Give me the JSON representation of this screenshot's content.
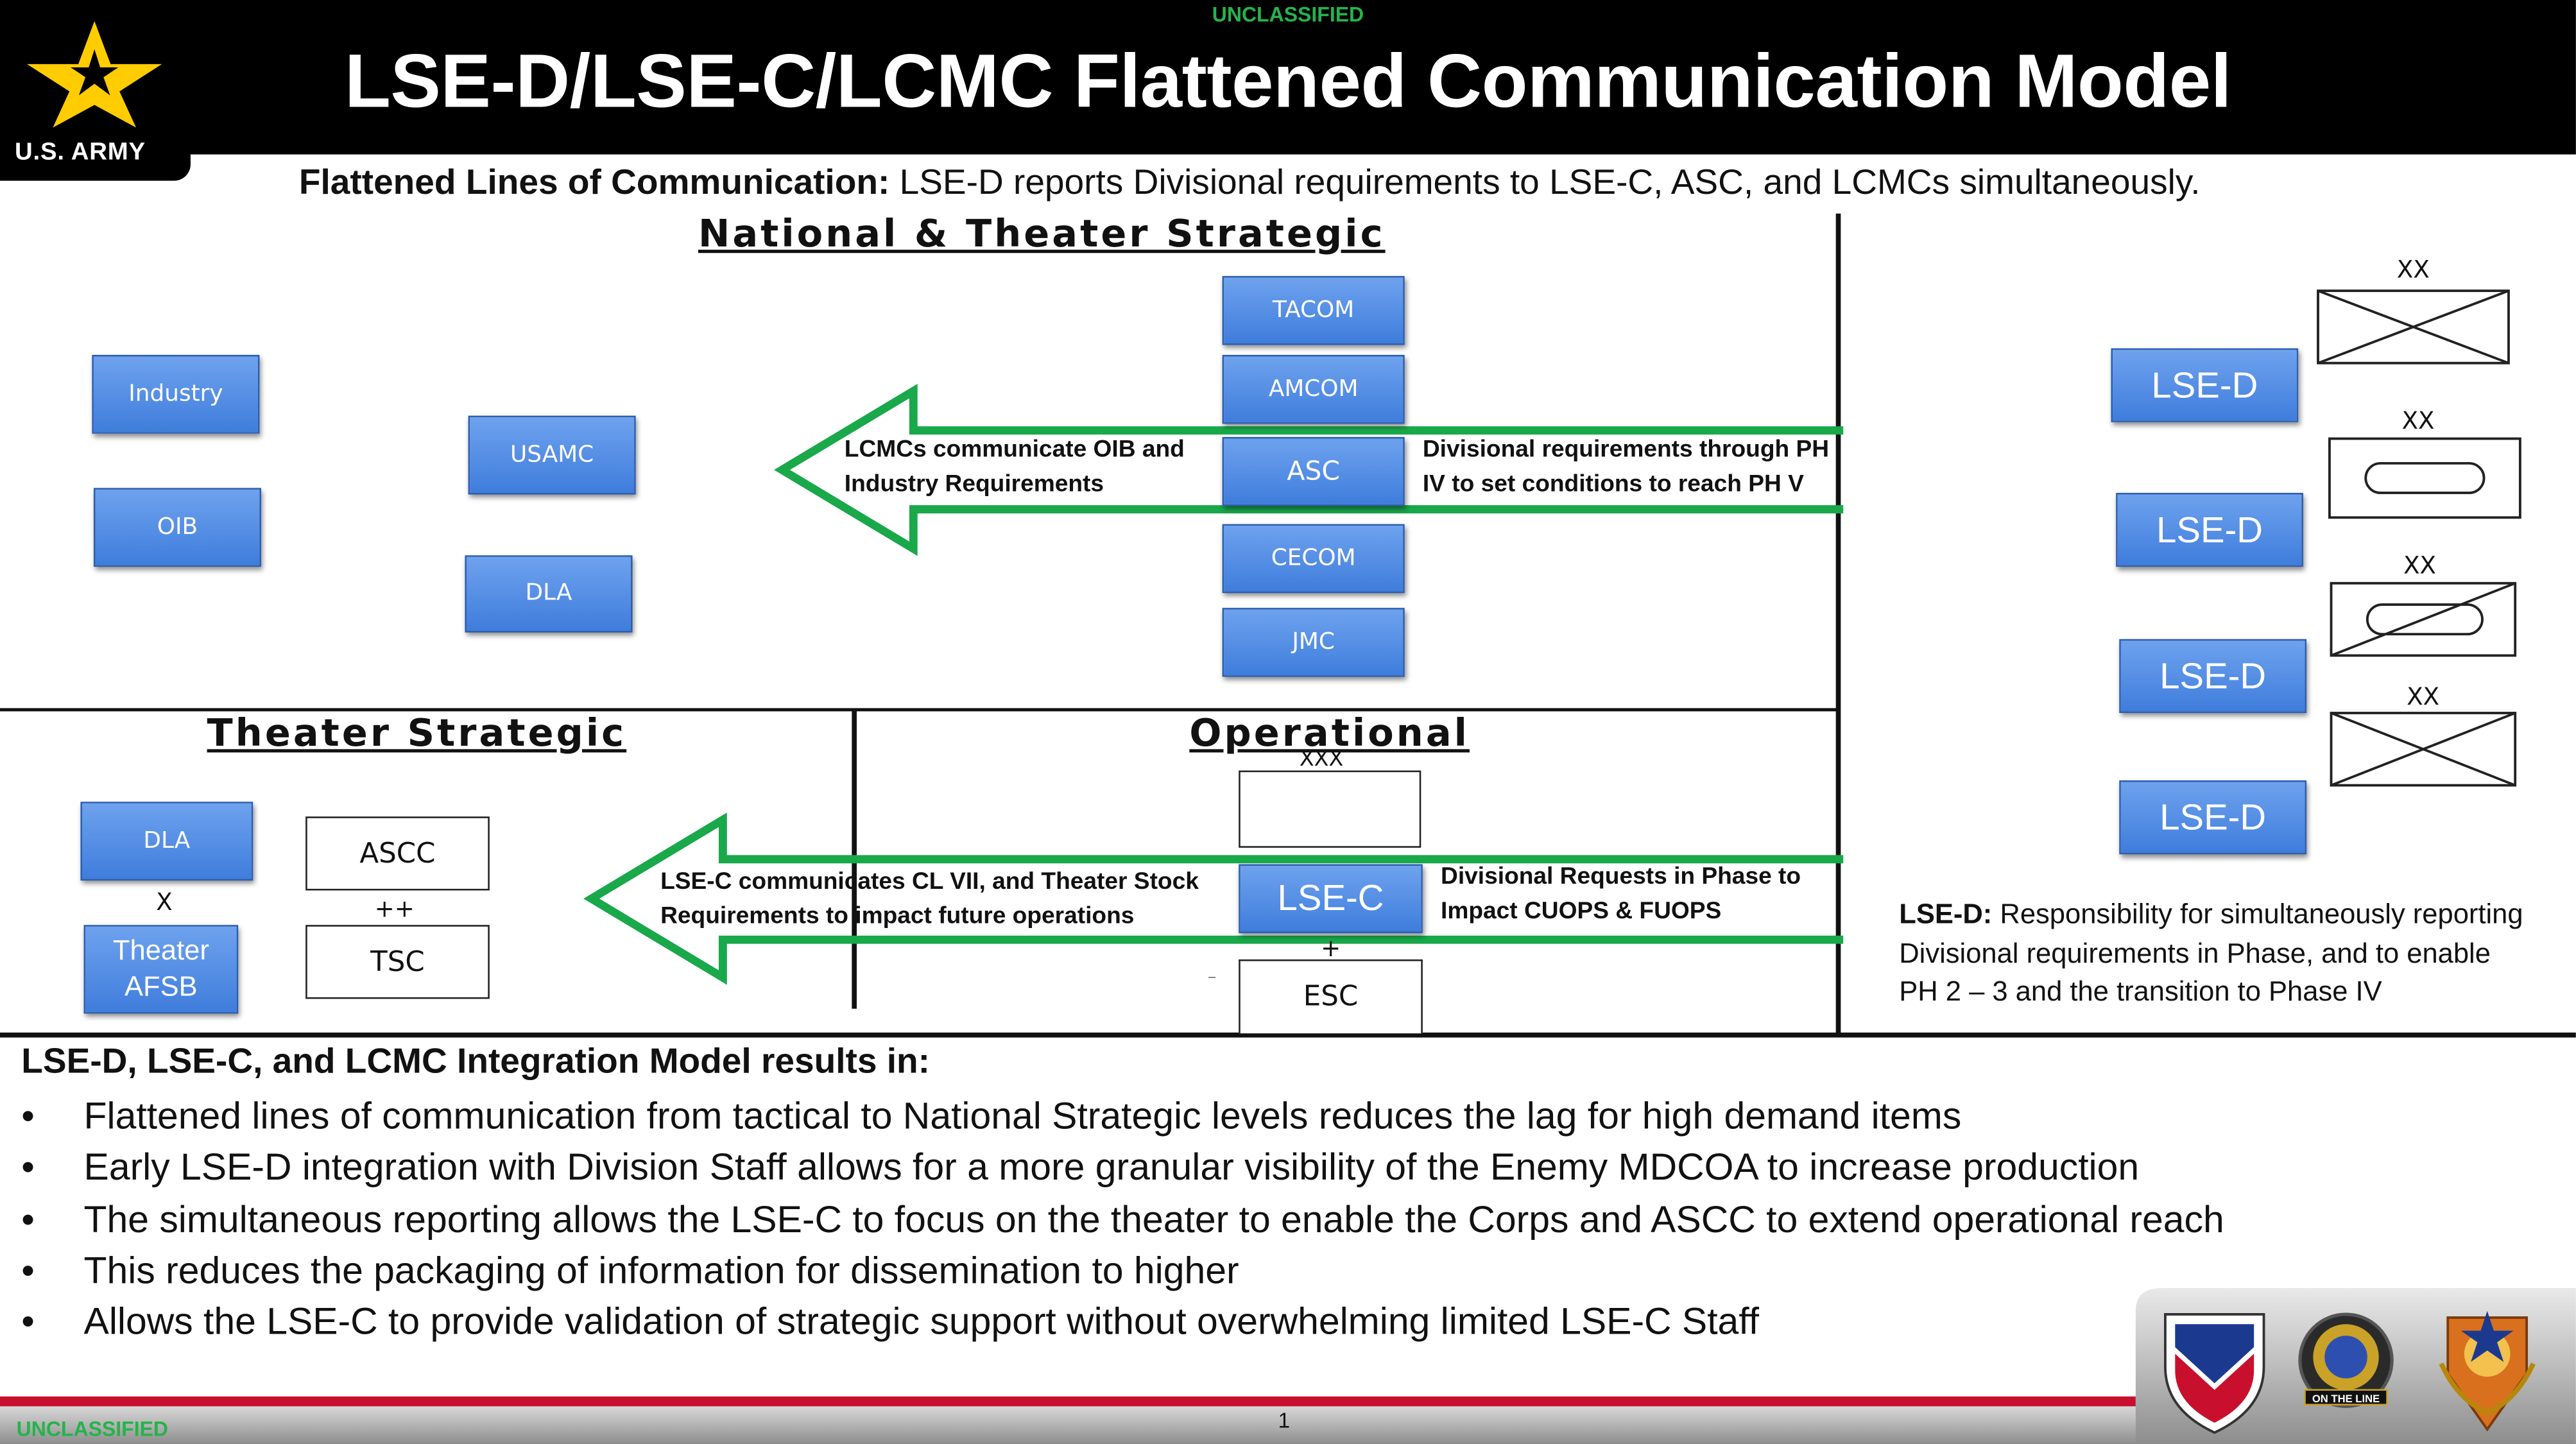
{
  "classification_top": "UNCLASSIFIED",
  "classification_bottom": "UNCLASSIFIED",
  "logo_text": "U.S. ARMY",
  "title": "LSE-D/LSE-C/LCMC Flattened Communication Model",
  "subtitle": {
    "bold": "Flattened Lines of Communication:",
    "text": " LSE-D reports Divisional requirements to LSE-C, ASC, and LCMCs simultaneously."
  },
  "sections": {
    "national": "National & Theater Strategic",
    "theater": "Theater Strategic",
    "operational": "Operational"
  },
  "national_boxes": {
    "industry": "Industry",
    "oib": "OIB",
    "usamc": "USAMC",
    "dla": "DLA",
    "tacom": "TACOM",
    "amcom": "AMCOM",
    "asc": "ASC",
    "cecom": "CECOM",
    "jmc": "JMC"
  },
  "upper_arrow": {
    "left_text": [
      "LCMCs communicate OIB and",
      "Industry Requirements"
    ],
    "right_text": [
      "Divisional requirements through PH",
      "IV to set conditions to reach PH V"
    ]
  },
  "theater_boxes": {
    "dla": "DLA",
    "x_mark": "X",
    "theater_afsb": [
      "Theater",
      "AFSB"
    ],
    "ascc": "ASCC",
    "plusplus": "++",
    "tsc": "TSC"
  },
  "operational": {
    "xxx": "XXX",
    "lse_c": "LSE-C",
    "plus": "+",
    "dash": "–",
    "esc": "ESC"
  },
  "lower_arrow": {
    "left_text": [
      "LSE-C communicates CL VII, and Theater Stock",
      "Requirements to impact future operations"
    ],
    "right_text": [
      "Divisional Requests in Phase to",
      "Impact CUOPS & FUOPS"
    ]
  },
  "lse_d_units": [
    {
      "label": "LSE-D",
      "echelon": "XX",
      "symbol": "infantry"
    },
    {
      "label": "LSE-D",
      "echelon": "XX",
      "symbol": "armor"
    },
    {
      "label": "LSE-D",
      "echelon": "XX",
      "symbol": "cavalry"
    },
    {
      "label": "LSE-D",
      "echelon": "XX",
      "symbol": "infantry"
    }
  ],
  "lse_d_note": {
    "bold": "LSE-D:",
    "lines": [
      " Responsibility for simultaneously reporting",
      "Divisional requirements in Phase, and to enable",
      "PH 2 – 3 and the transition to Phase IV"
    ]
  },
  "results": {
    "title": "LSE-D, LSE-C, and LCMC Integration Model results in:",
    "bullets": [
      "Flattened lines of communication from tactical to National Strategic levels reduces the lag for high demand items",
      "Early LSE-D integration with Division Staff allows for a more granular visibility of the Enemy MDCOA to increase production",
      "The simultaneous reporting allows the LSE-C to focus on the theater to enable the Corps and ASCC to extend operational reach",
      "This reduces the packaging of information for dissemination to higher",
      "Allows the LSE-C to provide validation of strategic support without overwhelming limited LSE-C Staff"
    ]
  },
  "emblem_text": "ON THE LINE",
  "page_number": "1",
  "colors": {
    "box_blue": "#4a86e0",
    "arrow_green": "#19a84a",
    "classification_green": "#25b34b",
    "star_gold": "#ffcc00",
    "footer_red": "#c8102e"
  }
}
